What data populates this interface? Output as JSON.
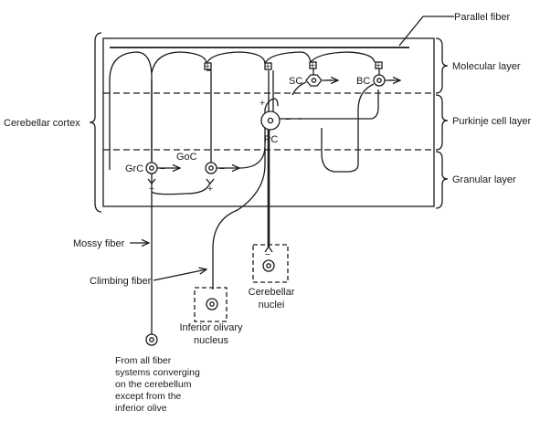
{
  "labels": {
    "parallel_fiber": "Parallel fiber",
    "molecular_layer": "Molecular layer",
    "purkinje_cell_layer": "Purkinje cell layer",
    "granular_layer": "Granular layer",
    "cerebellar_cortex": "Cerebellar cortex",
    "mossy_fiber": "Mossy fiber",
    "climbing_fiber": "Climbing fiber",
    "inferior_olivary_nucleus": [
      "Inferior olivary",
      "nucleus"
    ],
    "cerebellar_nuclei": [
      "Cerebellar",
      "nuclei"
    ],
    "from_all": [
      "From all fiber",
      "systems converging",
      "on the cerebellum",
      "except from the",
      "inferior olive"
    ]
  },
  "cells": {
    "grc": "GrC",
    "goc": "GoC",
    "pc": "PC",
    "sc": "SC",
    "bc": "BC"
  },
  "signs": {
    "plus": "+",
    "minus": "−"
  }
}
